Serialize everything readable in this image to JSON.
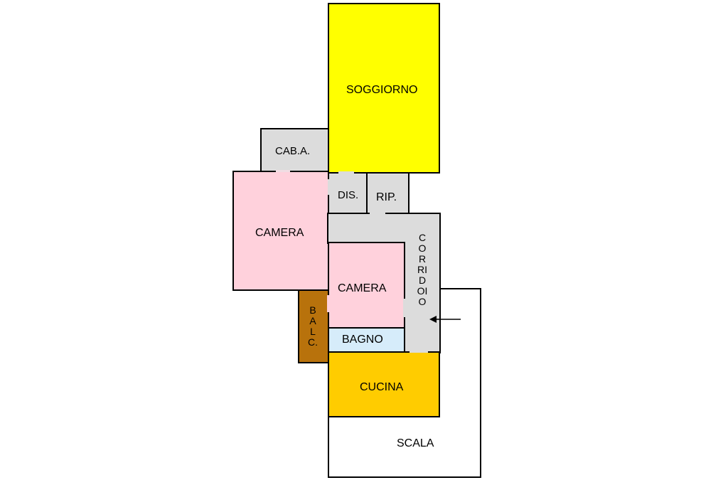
{
  "rooms": {
    "soggiorno": {
      "label": "SOGGIORNO",
      "color": "#ffff00"
    },
    "cabina_armadio": {
      "label": "CAB.A.",
      "color": "#dcdcdc"
    },
    "camera_1": {
      "label": "CAMERA",
      "color": "#ffd1dc"
    },
    "disimpegno": {
      "label": "DIS.",
      "color": "#dcdcdc"
    },
    "ripostiglio": {
      "label": "RIP.",
      "color": "#dcdcdc"
    },
    "corridoio": {
      "label": "CORRIDOIO",
      "color": "#dcdcdc"
    },
    "camera_2": {
      "label": "CAMERA",
      "color": "#ffd1dc"
    },
    "balcone": {
      "label": "BALC.",
      "color": "#b8720c"
    },
    "bagno": {
      "label": "BAGNO",
      "color": "#d6ecfa"
    },
    "cucina": {
      "label": "CUCINA",
      "color": "#ffcc00"
    },
    "scala": {
      "label": "SCALA",
      "color": "#ffffff"
    }
  },
  "entrance_arrow": "entrance-arrow-icon"
}
